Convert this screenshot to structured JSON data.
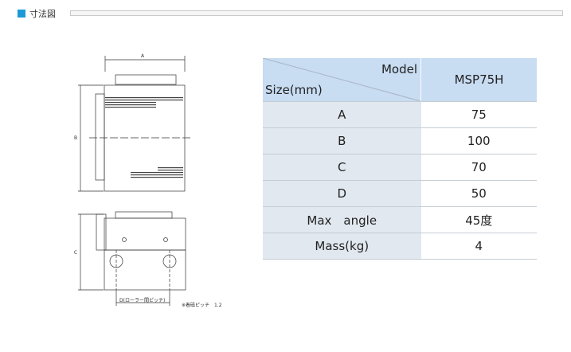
{
  "section": {
    "title": "寸法図",
    "accent_color": "#1b9ad6"
  },
  "drawing": {
    "dim_a": "A",
    "dim_b": "B",
    "dim_c": "C",
    "dim_d": "D(ローラー間ピッチ)",
    "note": "※着磁ピッチ　1.2"
  },
  "table": {
    "header_model": "Model",
    "header_size": "Size(mm)",
    "model_name": "MSP75H",
    "rows": [
      {
        "label": "A",
        "value": "75"
      },
      {
        "label": "B",
        "value": "100"
      },
      {
        "label": "C",
        "value": "70"
      },
      {
        "label": "D",
        "value": "50"
      },
      {
        "label": "Max　angle",
        "value": "45度"
      },
      {
        "label": "Mass(kg)",
        "value": "4"
      }
    ],
    "header_color": "#c8dcf2",
    "label_color": "#e1e8ef"
  }
}
